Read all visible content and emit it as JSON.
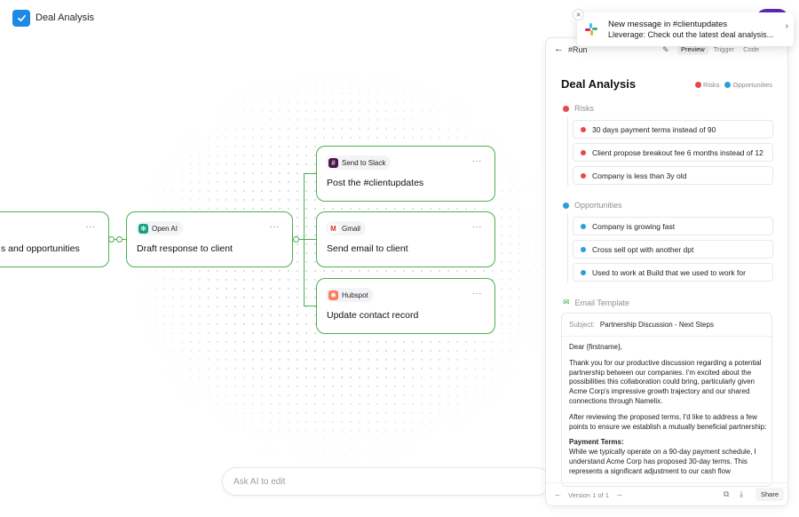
{
  "app": {
    "title": "Deal Analysis"
  },
  "nodes": [
    {
      "title": "s and opportunities",
      "chip": ""
    },
    {
      "title": "Draft response to client",
      "chip": "Open AI"
    },
    {
      "title": "Post the #clientupdates",
      "chip": "Send to Slack"
    },
    {
      "title": "Send email to client",
      "chip": "Gmail"
    },
    {
      "title": "Update contact record",
      "chip": "Hubspot"
    }
  ],
  "node_menu": "···",
  "ask_bar": {
    "placeholder": "Ask AI to edit"
  },
  "panel": {
    "channel": "#Run",
    "tabs": [
      "Preview",
      "Trigger",
      "Code"
    ],
    "title": "Deal Analysis",
    "legend": {
      "risks": "Risks",
      "opportunities": "Opportunities"
    },
    "colors": {
      "risk": "#e5484d",
      "opportunity": "#2a9fd6",
      "success": "#4caf50"
    },
    "risks_heading": "Risks",
    "risks": [
      "30 days payment terms instead of 90",
      "Client propose breakout fee 6 months instead of 12",
      "Company is less than 3y old"
    ],
    "opportunities_heading": "Opportunities",
    "opportunities": [
      "Company is growing fast",
      "Cross sell opt with another dpt",
      "Used to work at Build that we used to work for"
    ],
    "email": {
      "heading": "Email Template",
      "subject_label": "Subject:",
      "subject": "Partnership Discussion - Next Steps",
      "greeting": "Dear {firstname},",
      "p1": "Thank you for our productive discussion regarding a potential partnership between our companies. I'm excited about the possibilities this collaboration could bring, particularly given Acme Corp's impressive growth trajectory and our shared connections through Namelix.",
      "p2": "After reviewing the proposed terms, I'd like to address a few points to ensure we establish a mutually beneficial partnership:",
      "terms_heading": "Payment Terms:",
      "p3": "While we typically operate on a 90-day payment schedule, I understand Acme Corp has proposed 30-day terms. This represents a significant adjustment to our cash flow"
    },
    "footer": {
      "version": "Version 1 of 1",
      "share": "Share"
    }
  },
  "toast": {
    "title": "New message in #clientupdates",
    "message": "Lleverage: Check out the latest deal analysis..."
  }
}
